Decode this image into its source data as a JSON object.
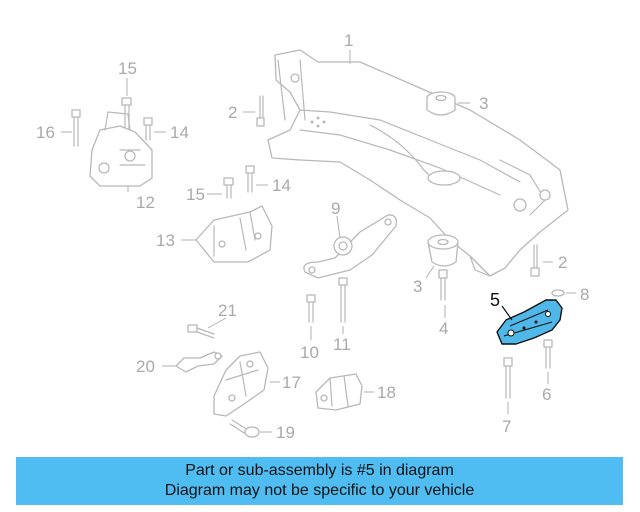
{
  "callouts": {
    "c1": "1",
    "c2a": "2",
    "c2b": "2",
    "c3a": "3",
    "c3b": "3",
    "c4": "4",
    "c5": "5",
    "c6": "6",
    "c7": "7",
    "c8": "8",
    "c9": "9",
    "c10": "10",
    "c11": "11",
    "c12": "12",
    "c13": "13",
    "c14a": "14",
    "c14b": "14",
    "c15a": "15",
    "c15b": "15",
    "c16": "16",
    "c17": "17",
    "c18": "18",
    "c19": "19",
    "c20": "20",
    "c21": "21"
  },
  "colors": {
    "highlight": "#4fb8e8",
    "banner": "#4fbdf2",
    "line_art": "#b8b8b8"
  },
  "banner": {
    "line1": "Part or sub-assembly is #5 in diagram",
    "line2": "Diagram may not be specific to your vehicle"
  }
}
